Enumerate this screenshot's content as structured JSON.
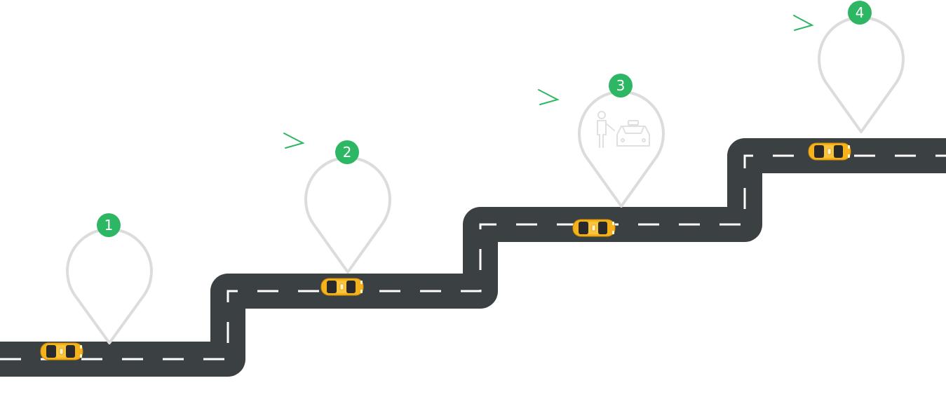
{
  "colors": {
    "road": "#3b4142",
    "road_marking": "#ffffff",
    "pin_outline": "#dcdcdc",
    "badge": "#2db764",
    "chevron": "#2db764",
    "car_body": "#f6b21a",
    "car_glass": "#2a2a2a"
  },
  "steps": [
    {
      "number": "1",
      "icon": "empty-pin"
    },
    {
      "number": "2",
      "icon": "empty-pin"
    },
    {
      "number": "3",
      "icon": "person-with-taxi-icon"
    },
    {
      "number": "4",
      "icon": "empty-pin"
    }
  ],
  "cars": [
    {
      "icon": "taxi-car-icon"
    },
    {
      "icon": "taxi-car-icon"
    },
    {
      "icon": "taxi-car-icon"
    },
    {
      "icon": "taxi-car-icon"
    }
  ]
}
